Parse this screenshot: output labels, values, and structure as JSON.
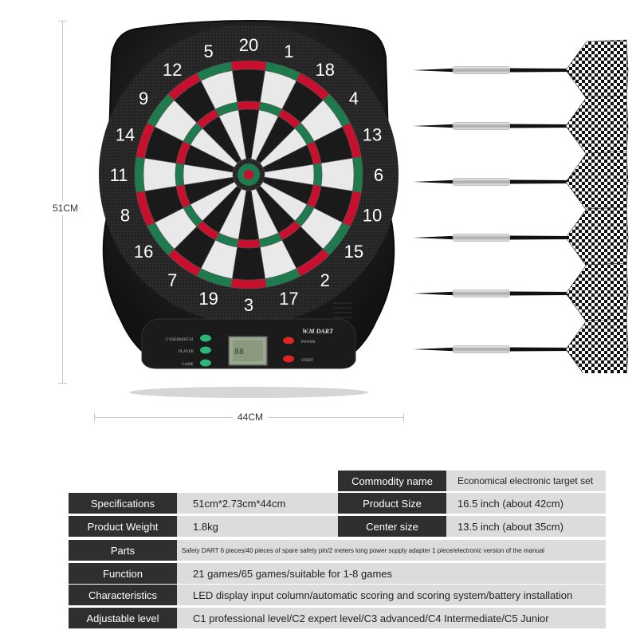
{
  "dimensions": {
    "height_label": "51CM",
    "width_label": "44CM"
  },
  "board": {
    "numbers": [
      "20",
      "1",
      "18",
      "4",
      "13",
      "6",
      "10",
      "15",
      "2",
      "17",
      "3",
      "19",
      "7",
      "16",
      "8",
      "11",
      "14",
      "9",
      "12",
      "5"
    ],
    "brand": "W.M DART",
    "panel_left": [
      "CYBERMATCH",
      "PLAYER",
      "GAME"
    ],
    "panel_right": [
      "POWER",
      "START"
    ],
    "colors": {
      "red": "#c8102e",
      "green": "#1f7a4d",
      "dark": "#1a1a1a",
      "light": "#e9e9e9"
    }
  },
  "darts": {
    "count": 6
  },
  "specs": {
    "commodity_label": "Commodity name",
    "commodity_value": "Economical electronic target set",
    "rows": [
      {
        "label": "Specifications",
        "value": "51cm*2.73cm*44cm",
        "label2": "Product Size",
        "value2": "16.5 inch (about 42cm)"
      },
      {
        "label": "Product Weight",
        "value": "1.8kg",
        "label2": "Center size",
        "value2": "13.5 inch (about 35cm)"
      },
      {
        "label": "Parts",
        "value": "Safety DART 6 pieces/40 pieces of spare safety pin/2 meters long power supply adapter 1 piece/electronic version of the manual"
      },
      {
        "label": "Function",
        "value": "21 games/65 games/suitable for 1-8 games"
      },
      {
        "label": "Characteristics",
        "value": "LED display input column/automatic scoring and scoring system/battery installation"
      },
      {
        "label": "Adjustable level",
        "value": "C1 professional level/C2 expert level/C3 advanced/C4 Intermediate/C5 Junior"
      }
    ]
  }
}
